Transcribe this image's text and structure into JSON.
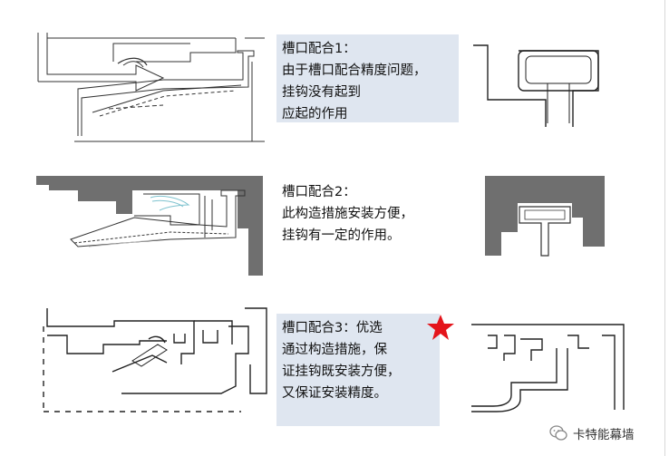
{
  "notes": [
    {
      "lines": [
        "槽口配合1：",
        "由于槽口配合精度问题，",
        "挂钩没有起到",
        "应起的作用"
      ]
    },
    {
      "lines": [
        "槽口配合2：",
        "此构造措施安装方便，",
        "挂钩有一定的作用。"
      ]
    },
    {
      "lines": [
        "槽口配合3：优选",
        "通过构造措施，保",
        "证挂钩既安装方便，",
        "又保证安装精度。"
      ]
    }
  ],
  "watermark": {
    "icon": "wechat-icon",
    "text": "卡特能幕墙"
  },
  "colors": {
    "note_bg": "#dfe6f0",
    "profile_fill": "#6f6f6f",
    "star": "#e4141b",
    "line": "#222222"
  }
}
